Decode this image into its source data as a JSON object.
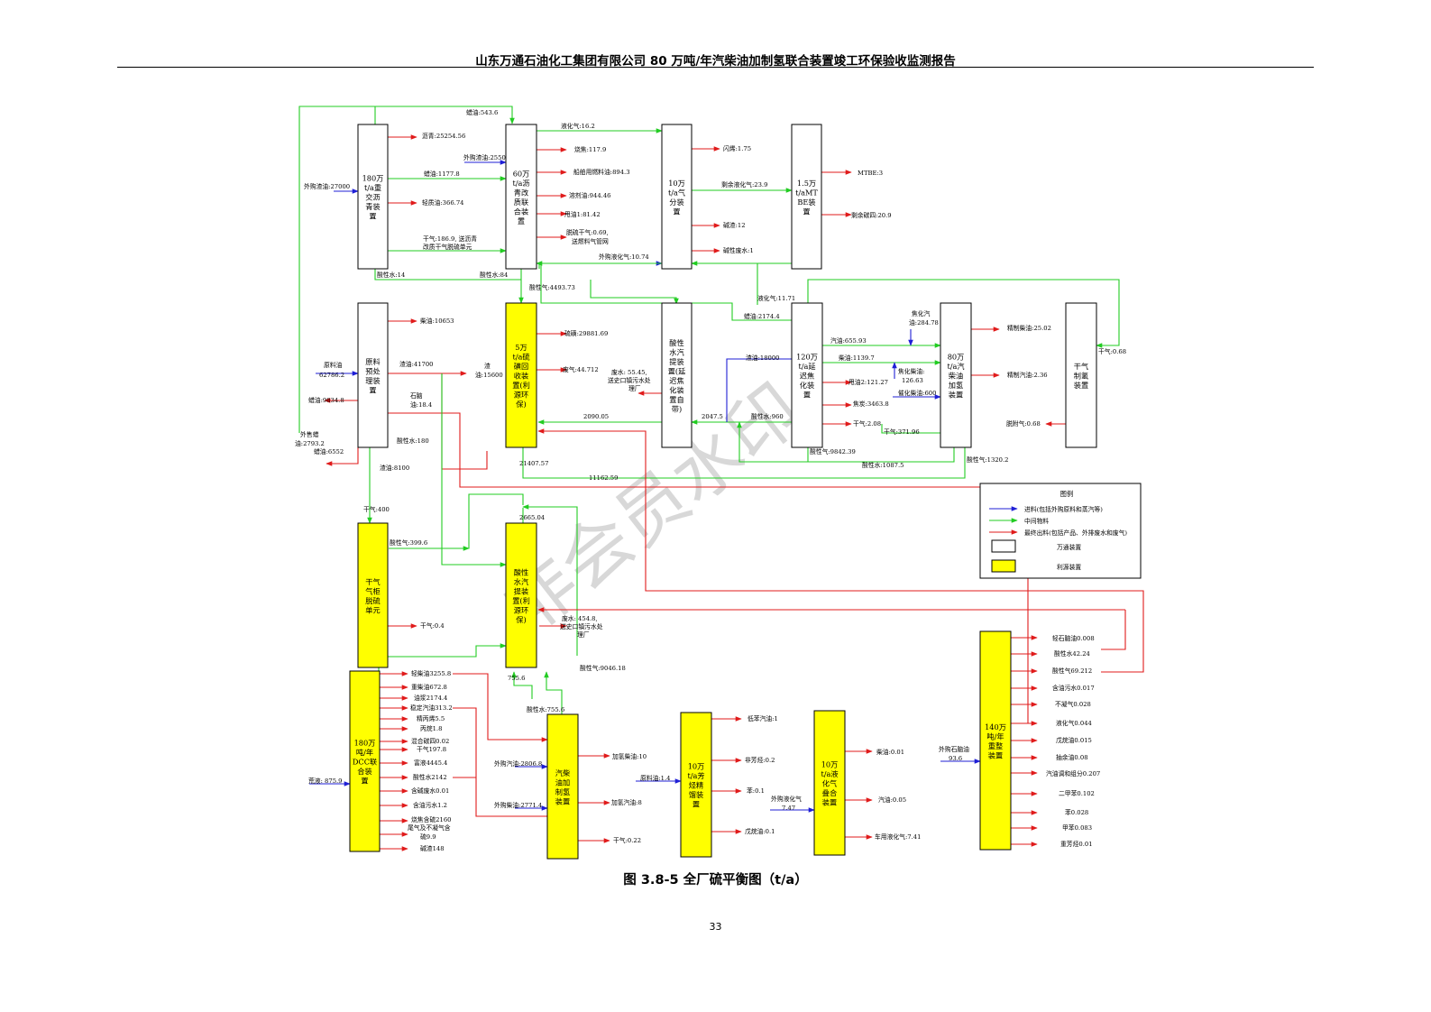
{
  "header": {
    "title": "山东万通石油化工集团有限公司 80 万吨/年汽柴油加制氢联合装置竣工环保验收监测报告"
  },
  "caption": "图 3.8-5  全厂硫平衡图（t/a）",
  "page_number": "33",
  "watermark": "非会员水印",
  "colors": {
    "feed": "#1f1fd6",
    "intermediate": "#22cc22",
    "output": "#e01b1b",
    "wantong_unit": "#ffffff",
    "lier_unit": "#ffff00"
  },
  "units": {
    "u180asphalt": [
      "180万",
      "t/a重",
      "交沥",
      "青装",
      "置"
    ],
    "u60asphalt": [
      "60万",
      "t/a沥",
      "青改",
      "质联",
      "合装",
      "置"
    ],
    "u10gas": [
      "10万",
      "t/a气",
      "分装",
      "置"
    ],
    "u15mtbe": [
      "1.5万",
      "t/aMT",
      "BE装",
      "置"
    ],
    "uraw": [
      "原料",
      "预处",
      "理装",
      "置"
    ],
    "u5sulfur": [
      "5万",
      "t/a硫",
      "磺回",
      "收装",
      "置(利",
      "源环",
      "保)"
    ],
    "usourwater1": [
      "酸性",
      "水汽",
      "提装",
      "置(延",
      "迟焦",
      "化装",
      "置自",
      "带)"
    ],
    "u120coking": [
      "120万",
      "t/a延",
      "迟焦",
      "化装",
      "置"
    ],
    "u80hydro": [
      "80万",
      "t/a汽",
      "柴油",
      "加氢",
      "装置"
    ],
    "uh2": [
      "干气",
      "制氢",
      "装置"
    ],
    "udrygas": [
      "干气",
      "气柜",
      "脱硫",
      "单元"
    ],
    "usourwater2": [
      "酸性",
      "水汽",
      "提装",
      "置(利",
      "源环",
      "保)"
    ],
    "udcc": [
      "180万",
      "吨/年",
      "DCC联",
      "合装",
      "置"
    ],
    "udiesel": [
      "汽柴",
      "油加",
      "制氢",
      "装置"
    ],
    "uarom": [
      "10万",
      "t/a芳",
      "烃精",
      "馏装",
      "置"
    ],
    "ulpg": [
      "10万",
      "t/a液",
      "化气",
      "叠合",
      "装置"
    ],
    "ureform": [
      "140万",
      "吨/年",
      "重整",
      "装置"
    ]
  },
  "flow_labels": {
    "wax543": "蜡油:543.6",
    "asphalt": "沥青:25254.56",
    "buyslag": "外购渣油:27000",
    "wax1177": "蜡油:1177.8",
    "light366": "轻质油:366.74",
    "dry186a": "干气:186.9, 送沥青",
    "dry186b": "改质干气脱硫单元",
    "sour14": "酸性水:14",
    "sour84": "酸性水:84",
    "lpg162": "液化气:16.2",
    "coke1179": "烧焦:117.9",
    "buyslag2550": "外购渣油:2550",
    "ship894": "船舶用燃料油:894.3",
    "solvent944": "溶剂油:944.46",
    "slurry181": "甩油1:81.42",
    "desulf069a": "脱硫干气:0.69,",
    "desulf069b": "送燃料气管网",
    "buylpg1074": "外购液化气:10.74",
    "flash175": "闪烯:1.75",
    "restlpg239": "剩余液化气:23.9",
    "alkali12": "碱渣:12",
    "alkaliwater1": "碱性废水:1",
    "mtbe3": "MTBE:3",
    "restc4209": "剩余碳四:20.9",
    "sourgas449": "酸性气:4493.73",
    "sulfur29881": "硫磺:29881.69",
    "waste44": "废气:44.712",
    "lpg1171": "液化气:11.71",
    "wax2174": "蜡油:2174.4",
    "diesel10653": "柴油:10653",
    "rawa": "原料油",
    "rawb": "62786.2",
    "wax9834": "蜡油:9834.8",
    "slag41700": "渣油:41700",
    "slag15600a": "渣",
    "slag15600b": "油:15600",
    "naphthaa": "石脑",
    "naphthab": "油:18.4",
    "soldwaxa": "外售蜡",
    "soldwaxb": "油:2793.2",
    "wax6552": "蜡油:6552",
    "sour180": "酸性水:180",
    "slag8100": "渣油:8100",
    "wastewatera": "废水: 55.45,",
    "wastewaterb": "送史口镇污水处",
    "wastewaterc": "理厂",
    "v2090": "2090.05",
    "v2047": "2047.5",
    "sour960": "酸性水:960",
    "slag18000": "渣油:18000",
    "gas655": "汽油:655.93",
    "diesel1139": "柴油:1139.7",
    "slurry2121": "甩油2:121.27",
    "coke3463": "焦炭:3463.8",
    "dry208": "干气:2.08",
    "cokegasa": "焦化汽",
    "cokegasb": "油:284.78",
    "cokediesela": "焦化柴油:",
    "cokedieselb": "126.63",
    "fccdiesel600": "催化柴油:600",
    "dry37196": "干气:371.96",
    "sourgas9842": "酸性气:9842.39",
    "sour1087": "酸性水:1087.5",
    "sourgas1320": "酸性气:1320.2",
    "refdiesel": "精制柴油:25.02",
    "refgas": "精制汽油:2.36",
    "dry068": "干气:0.68",
    "desorb068": "脱附气:0.68",
    "v21407": "21407.57",
    "v11162": "11162.59",
    "dry400": "干气:400",
    "sourgas3996": "酸性气:399.6",
    "v2665": "2665.04",
    "dry04": "干气:0.4",
    "ww454a": "废水: 454.8,",
    "ww454b": "送史口镇污水处",
    "ww454c": "理厂",
    "sourgas9046": "酸性气:9046.18",
    "v7556": "755.6",
    "sour7556": "酸性水:755.6",
    "lightdiesel": "轻柴油3255.8",
    "heavydiesel": "重柴油672.8",
    "slurryoil": "油浆2174.4",
    "stablegas": "稳定汽油313.2",
    "propylene": "精丙烯5.5",
    "propane": "丙烷1.8",
    "mixc4": "混合碳四0.02",
    "drygas197": "干气197.8",
    "richliquid": "富液4445.4",
    "sourwater2142": "酸性水2142",
    "alkaliww": "含碱废水0.01",
    "oilyww": "含油污水1.2",
    "burnsulfur": "烧焦含硫2160",
    "tailgasa": "尾气及不凝气含",
    "tailgasb": "硫9.9",
    "alkalislag": "碱渣148",
    "feedliquida": "荒液: 875.9",
    "buygas2806": "外购汽油:2806.8",
    "buydiesel2771": "外购柴油:2771.4",
    "hydrodiesel": "加氢柴油:10",
    "hydrogas": "加氢汽油:8",
    "dry022": "干气:0.22",
    "rawoil14": "原料油:1.4",
    "lowbenzene": "低苯汽油:1",
    "nonarom": "非芳烃:0.2",
    "benzene01": "苯:0.1",
    "pentane01": "戊烷油:0.1",
    "buylpg747a": "外购液化气",
    "buylpg747b": "7.47",
    "diesel001": "柴油:0.01",
    "gas005": "汽油:0.05",
    "carlpg": "车用液化气:7.41",
    "buynaphthaa": "外购石脑油",
    "buynaphthab": "93.6",
    "lightnaphtha": "轻石脑油0.008",
    "sour4224": "酸性水42.24",
    "sourgas69": "酸性气69.212",
    "oilyww017": "含油污水0.017",
    "noncond": "不凝气0.028",
    "lpg044": "液化气0.044",
    "pentane015": "戊烷油0.015",
    "raffinate": "抽余油0.08",
    "gasblend": "汽油调和组分0.207",
    "xylene": "二甲苯0.102",
    "benzene028": "苯0.028",
    "toluene": "甲苯0.083",
    "heavyarom": "重芳烃0.01"
  },
  "legend": {
    "title": "图例",
    "items": [
      {
        "label": "进料(包括外购原料和蒸汽等)",
        "kind": "feed"
      },
      {
        "label": "中间物料",
        "kind": "intermediate"
      },
      {
        "label": "最终出料(包括产品、外排废水和废气)",
        "kind": "output"
      },
      {
        "label": "万通装置",
        "kind": "wantong"
      },
      {
        "label": "利源装置",
        "kind": "lier"
      }
    ]
  }
}
